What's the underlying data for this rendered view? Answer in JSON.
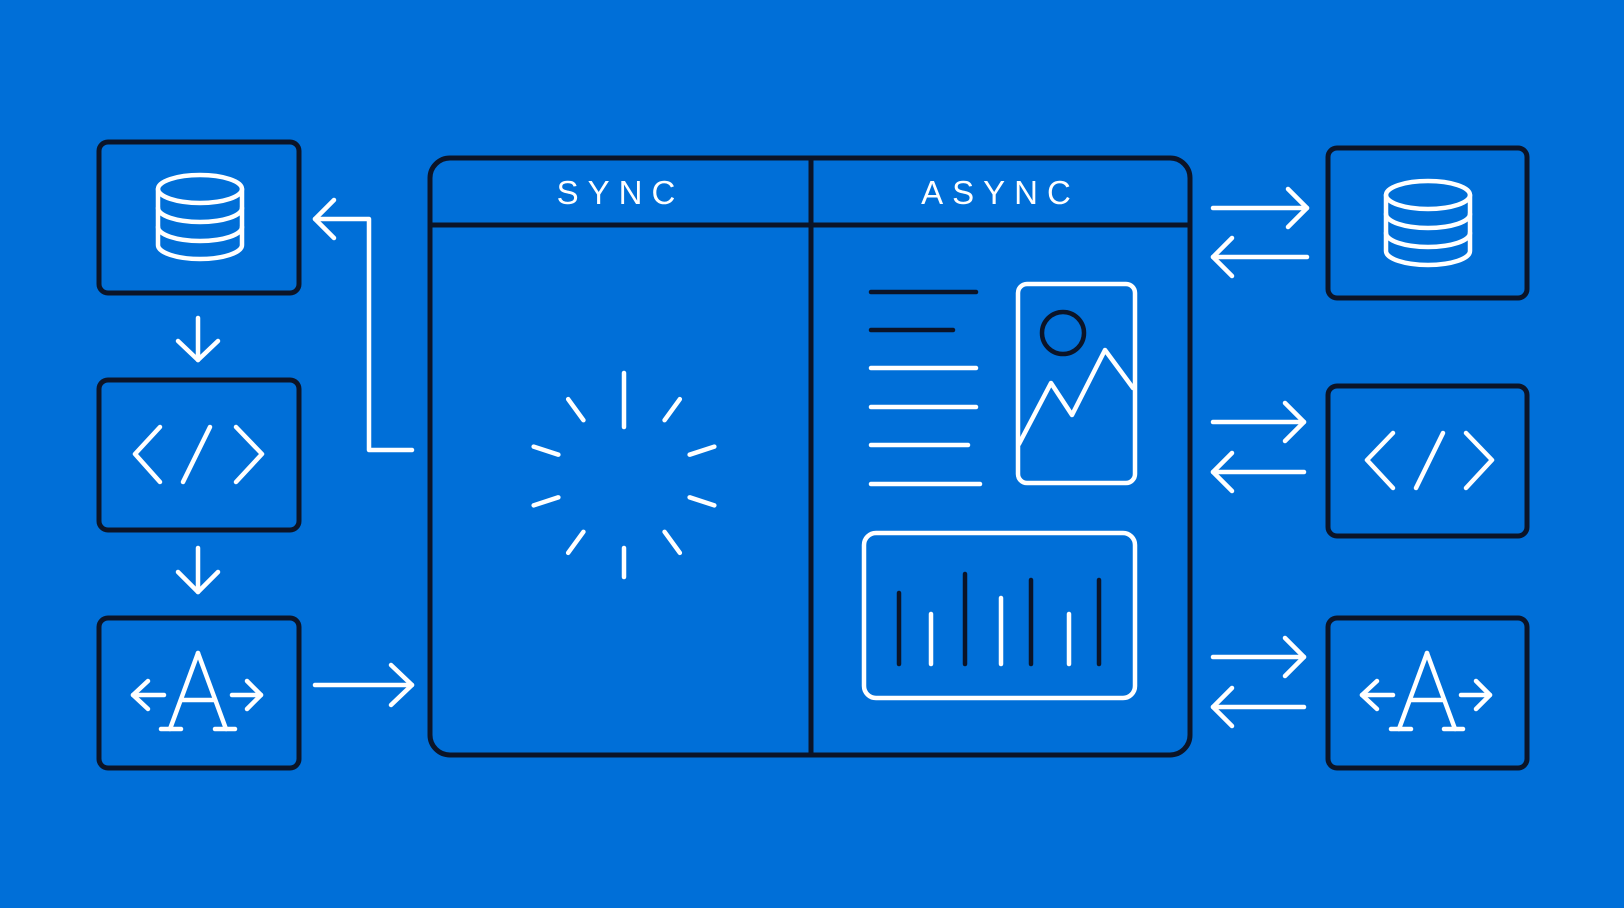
{
  "diagram": {
    "background_color": "#006fd8",
    "outline_color": "#0b1428",
    "line_color": "#ffffff",
    "main_panel": {
      "columns": [
        {
          "title": "SYNC",
          "content": "loading-spinner"
        },
        {
          "title": "ASYNC",
          "content": [
            "text-lines",
            "image-placeholder",
            "bar-chart-placeholder"
          ]
        }
      ]
    },
    "left_stack": [
      {
        "icon": "database-icon"
      },
      {
        "icon": "code-icon"
      },
      {
        "icon": "font-resize-icon"
      }
    ],
    "left_flow": [
      "database",
      "code",
      "font",
      "SYNC panel",
      "database (return)"
    ],
    "right_stack": [
      {
        "icon": "database-icon",
        "connection": "bidirectional"
      },
      {
        "icon": "code-icon",
        "connection": "bidirectional"
      },
      {
        "icon": "font-resize-icon",
        "connection": "bidirectional"
      }
    ]
  }
}
